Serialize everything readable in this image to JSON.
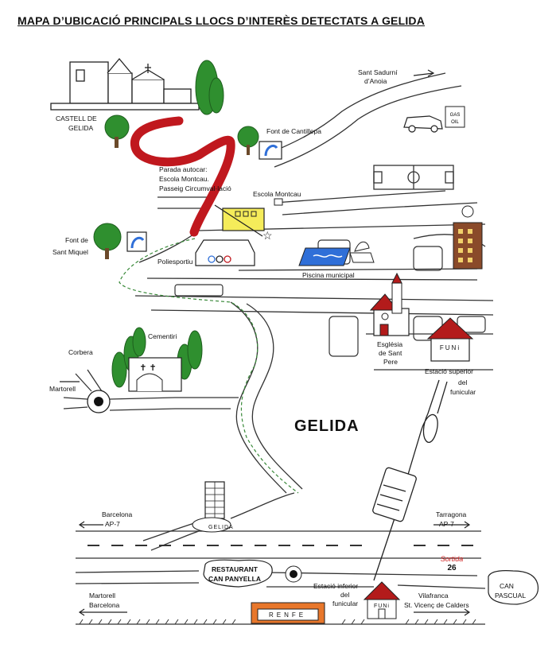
{
  "title": "MAPA D’UBICACIÓ PRINCIPALS LLOCS D’INTERÈS DETECTATS A GELIDA",
  "town": "GELIDA",
  "labels": {
    "castell_line1": "CASTELL DE",
    "castell_line2": "GELIDA",
    "font_cantillepa": "Font de Cantillepa",
    "sant_sadurni_line1": "Sant Sadurní",
    "sant_sadurni_line2": "d’Anoia",
    "parada_line1": "Parada autocar:",
    "parada_line2": "Escola Montcau.",
    "parada_line3": "Passeig Circumval·lació",
    "escola_montcau": "Escola Montcau",
    "font_sant_miquel_line1": "Font de",
    "font_sant_miquel_line2": "Sant  Miquel",
    "poliesportiu": "Poliesportiu",
    "piscina": "Piscina municipal",
    "cementiri": "Cementiri",
    "corbera": "Corbera",
    "martorell": "Martorell",
    "esglesia_line1": "Església",
    "esglesia_line2": "de Sant",
    "esglesia_line3": "Pere",
    "funi_sign": "FUNi",
    "estacio_superior_line1": "Estació superior",
    "estacio_superior_line2": "del",
    "estacio_superior_line3": "funicular",
    "gelida_sign": "GELIDA",
    "barcelona_line1": "Barcelona",
    "barcelona_line2": "AP-7",
    "tarragona_line1": "Tarragona",
    "tarragona_line2": "AP-7",
    "sortida_line1": "Sortida",
    "sortida_line2": "26",
    "restaurant_line1": "RESTAURANT",
    "restaurant_line2": "CAN PANYELLA",
    "can_pascual_line1": "CAN",
    "can_pascual_line2": "PASCUAL",
    "estacio_inferior_line1": "Estació inferior",
    "estacio_inferior_line2": "del",
    "estacio_inferior_line3": "funicular",
    "martorell_bottom": "Martorell",
    "barcelona_bottom": "Barcelona",
    "vilafranca_line1": "Vilafranca",
    "vilafranca_line2": "St. Vicenç de Calders",
    "renfe": "RENFE",
    "funi_bottom": "FUNi",
    "gas_line1": "GAS",
    "gas_line2": "OIL"
  },
  "colors": {
    "route": "#c0181e",
    "walk_path": "#3a8a3a",
    "tree": "#2f8f2f",
    "building_yellow": "#f5ec5a",
    "pool_blue": "#2f6fd8",
    "roof_red": "#b31b1b",
    "renfe_orange": "#e8772b",
    "tower_brown": "#8a4a2a",
    "sortida_red": "#d02020"
  }
}
